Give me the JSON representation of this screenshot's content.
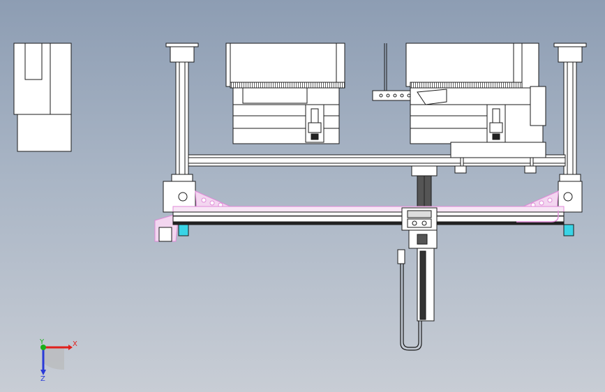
{
  "viewport": {
    "background_top": "#8d9db3",
    "background_bottom": "#c8cdd5",
    "line_color": "#1a1a1a",
    "fill_color": "#ffffff",
    "accent_pink": "#e08ad8",
    "accent_cyan": "#39d4e6"
  },
  "triad": {
    "x_label": "X",
    "y_label": "Y",
    "z_label": "Z",
    "x_color": "#e0201c",
    "y_color": "#1ab01a",
    "z_color": "#2a3ad8"
  }
}
